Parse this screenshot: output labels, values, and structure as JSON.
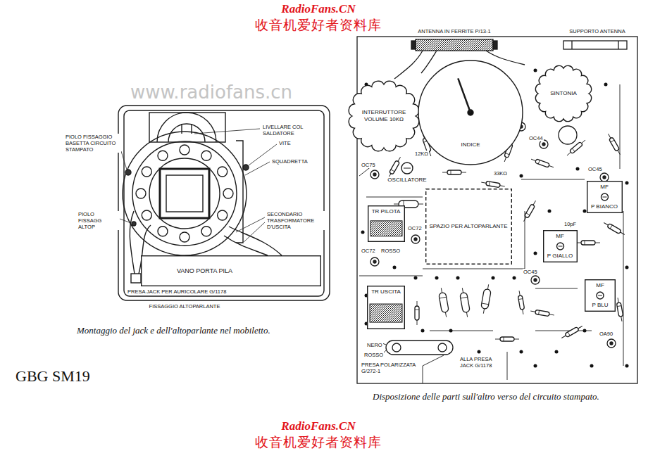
{
  "diagram": {
    "title": "GBG SM19",
    "caption": "Disposizione delle parti sull'altro verso del circuito stampato.",
    "nodes": [
      {
        "text": [
          "VANO PORTA PILA"
        ]
      },
      {
        "text": [
          "INTERRUTTORE",
          "VOLUME 10KΩ"
        ]
      },
      {
        "text": [
          "INDICE"
        ]
      },
      {
        "text": [
          "SINTONIA"
        ]
      },
      {
        "text": [
          "OSCILLATORE"
        ]
      },
      {
        "text": [
          "TR PILOTA"
        ]
      },
      {
        "text": [
          "SPAZIO PER ALTOPARLANTE"
        ]
      },
      {
        "text": [
          "MF",
          "P BIANCO"
        ]
      },
      {
        "text": [
          "MF",
          "P GIALLO"
        ]
      },
      {
        "text": [
          "TR USCITA"
        ]
      },
      {
        "text": [
          "MF",
          "P BLU"
        ]
      }
    ],
    "labels": [
      "RadioFans.CN",
      "收音机爱好者资料库",
      "www.radiofans.cn",
      "LIVELLARE COL SALDATORE",
      "VITE",
      "SQUADRETTA",
      "PIOLO FISSAGGIO BASETTA CIRCUITO STAMPATO",
      "SECONDARIO TRASFORMATORE D'USCITA",
      "PIOLO FISSAGG ALTOP",
      "PRESA JACK PER AURICOLARE G/1178",
      "FISSAGGIO ALTOPARLANTE",
      "Montaggio del jack e dell'altoparlante nel mobiletto.",
      "ANTENNA IN FERRITE P/13-1",
      "SUPPORTO ANTENNA",
      "OC44",
      "OC45",
      "OC75",
      "OC72",
      "OC72",
      "ROSSO",
      "OC45",
      "OA90",
      "10pF",
      "12KΩ",
      "33KΩ",
      "NERO",
      "ROSSO",
      "PRESA POLARIZZATA G/272-1",
      "ALLA PRESA JACK G/1178",
      "RadioFans.CN",
      "收音机爱好者资料库"
    ]
  }
}
